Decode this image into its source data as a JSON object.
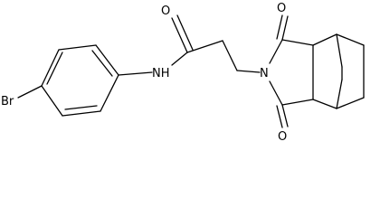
{
  "molecule": {
    "atoms": {
      "br": "Br",
      "nh": "NH",
      "o_amide": "O",
      "n_imide": "N",
      "o_imide_top": "O",
      "o_imide_bottom": "O"
    }
  }
}
